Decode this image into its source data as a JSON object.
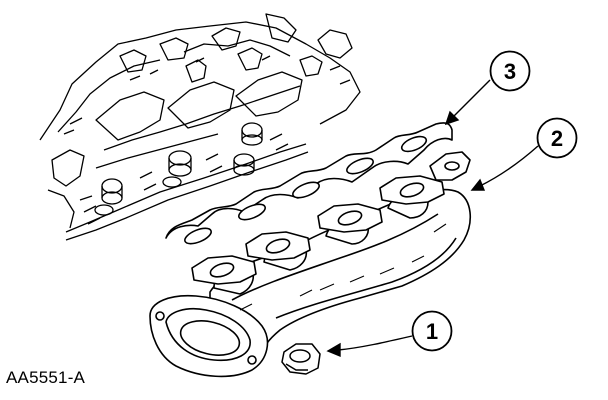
{
  "figure": {
    "id_label": "AA5551-A"
  },
  "callouts": [
    {
      "number": "1",
      "part": "nut"
    },
    {
      "number": "2",
      "part": "exhaust-manifold"
    },
    {
      "number": "3",
      "part": "exhaust-manifold-gasket"
    }
  ],
  "colors": {
    "line": "#000000",
    "background": "#ffffff"
  }
}
